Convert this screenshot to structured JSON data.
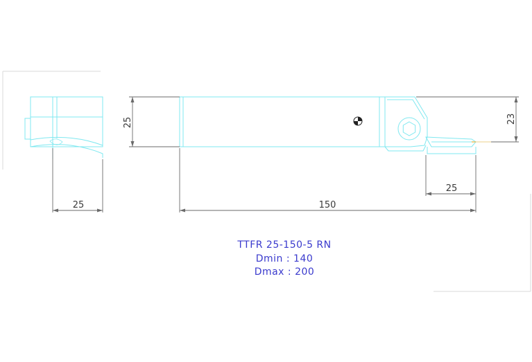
{
  "dimensions": {
    "side_width": "25",
    "body_height": "25",
    "total_length": "150",
    "head_length": "25",
    "head_height": "23"
  },
  "spec": {
    "model": "TTFR 25-150-5 RN",
    "dmin": "Dmin : 140",
    "dmax": "Dmax : 200"
  },
  "colors": {
    "outline": "#7fe8f0",
    "dimension": "#6a6a6a",
    "spec_text": "#3a3acd",
    "insert": "#e8c060"
  }
}
